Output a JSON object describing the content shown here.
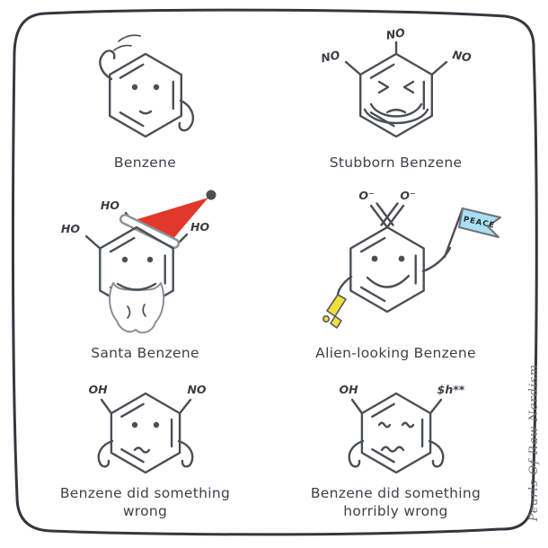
{
  "watermark": "Pearls Of Raw Nerdism",
  "colors": {
    "ink": "#4a4f54",
    "label_ink": "#3a3e43",
    "hat_red": "#e2372b",
    "pom_dark": "#4a4f54",
    "flag_blue": "#a9dff2",
    "gun_yellow": "#f2e03a",
    "beard_white": "#ffffff"
  },
  "panels": [
    {
      "caption": "Benzene",
      "substituents": []
    },
    {
      "caption": "Stubborn Benzene",
      "substituents": [
        "NO",
        "NO",
        "NO"
      ]
    },
    {
      "caption": "Santa Benzene",
      "substituents": [
        "HO",
        "HO",
        "HO"
      ]
    },
    {
      "caption": "Alien-looking Benzene",
      "substituents": [
        "O⁻",
        "O⁻"
      ],
      "flag_text": "PEACE"
    },
    {
      "caption": "Benzene did something wrong",
      "substituents": [
        "OH",
        "NO"
      ]
    },
    {
      "caption": "Benzene did something horribly wrong",
      "substituents": [
        "OH",
        "$h**"
      ]
    }
  ]
}
